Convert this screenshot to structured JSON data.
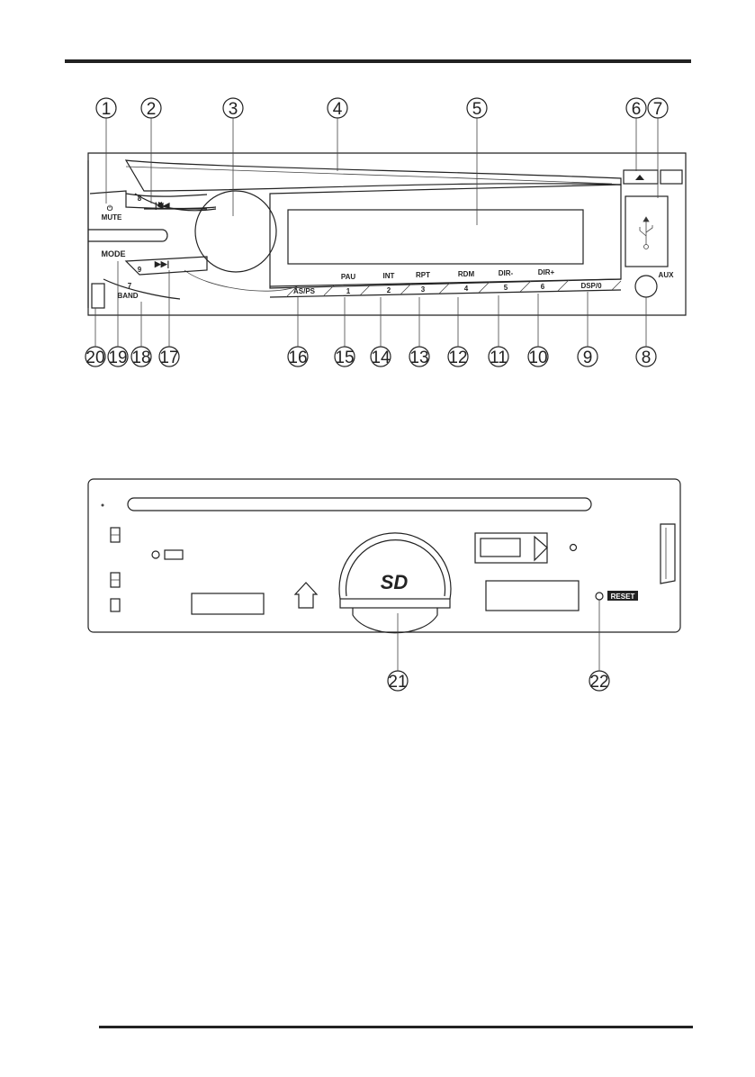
{
  "front_panel": {
    "mute_label": "MUTE",
    "mode_label": "MODE",
    "band_label": "BAND",
    "aux_label": "AUX",
    "button_8_num": "8",
    "button_9_num": "9",
    "button_7_num": "7",
    "preset_buttons": [
      {
        "top": "",
        "label": "AS/PS"
      },
      {
        "top": "PAU",
        "label": "1"
      },
      {
        "top": "INT",
        "label": "2"
      },
      {
        "top": "RPT",
        "label": "3"
      },
      {
        "top": "RDM",
        "label": "4"
      },
      {
        "top": "DIR-",
        "label": "5"
      },
      {
        "top": "DIR+",
        "label": "6"
      },
      {
        "top": "",
        "label": "DSP/0"
      }
    ]
  },
  "back_panel": {
    "sd_label": "SD",
    "reset_label": "RESET"
  },
  "callouts_top": [
    "1",
    "2",
    "3",
    "4",
    "5",
    "6",
    "7"
  ],
  "callouts_bottom": [
    "20",
    "19",
    "18",
    "17",
    "16",
    "15",
    "14",
    "13",
    "12",
    "11",
    "10",
    "9",
    "8"
  ],
  "callouts_back": [
    "21",
    "22"
  ]
}
